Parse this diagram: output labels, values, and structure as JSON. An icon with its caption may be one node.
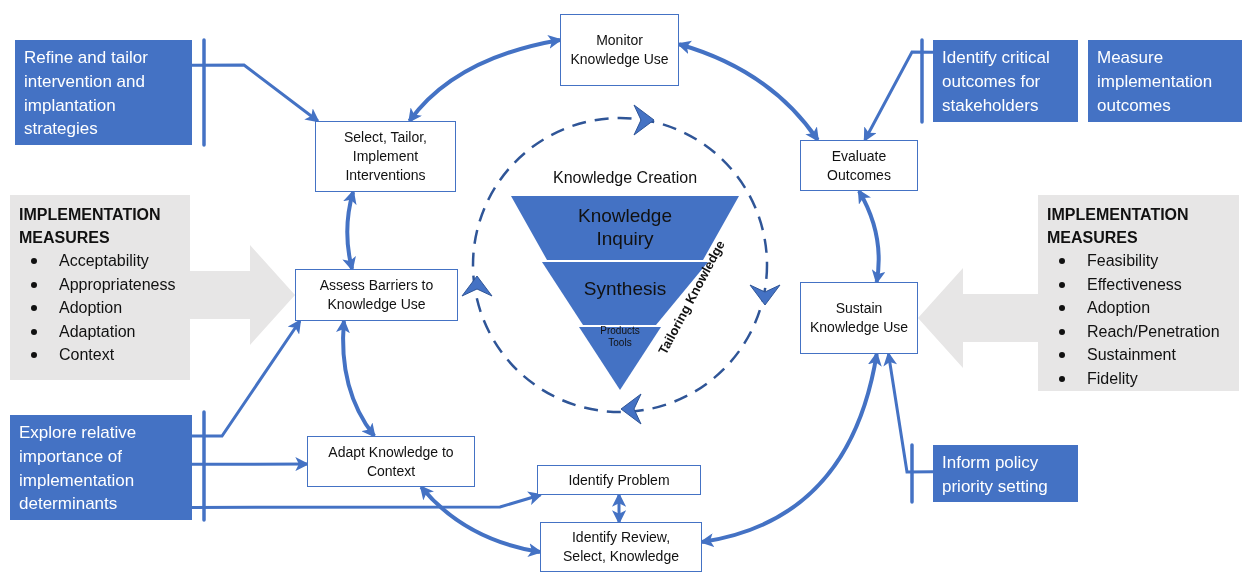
{
  "diagram": {
    "nodes": [
      {
        "text": [
          "Monitor Knowledge Use"
        ]
      },
      {
        "text": [
          "Select, Tailor, Implement Interventions"
        ]
      },
      {
        "text": [
          "Evaluate Outcomes"
        ]
      },
      {
        "text": [
          "Assess Barriers to Knowledge Use"
        ]
      },
      {
        "text": [
          "Sustain Knowledge Use"
        ]
      },
      {
        "text": [
          "Adapt Knowledge to Context"
        ]
      },
      {
        "text": [
          "Identify Problem"
        ]
      },
      {
        "text": [
          "Identify Review, Select, Knowledge"
        ]
      },
      {
        "text": [
          "Refine and tailor intervention and implantation strategies"
        ]
      },
      {
        "text": [
          "Identify critical outcomes for stakeholders"
        ]
      },
      {
        "text": [
          "Measure implementation outcomes"
        ]
      },
      {
        "text": [
          "IMPLEMENTATION MEASURES",
          "Acceptability",
          "Appropriateness",
          "Adoption",
          "Adaptation",
          "Context"
        ]
      },
      {
        "text": [
          "IMPLEMENTATION MEASURES",
          "Feasibility",
          "Effectiveness",
          "Adoption",
          "Reach/Penetration",
          "Sustainment",
          "Fidelity"
        ]
      },
      {
        "text": [
          "Explore relative importance of implementation determinants"
        ]
      },
      {
        "text": [
          "Inform policy priority setting"
        ]
      },
      {
        "text": [
          "Knowledge Creation"
        ]
      },
      {
        "text": [
          "Knowledge Inquiry"
        ],
        "in": 15
      },
      {
        "text": [
          "Synthesis"
        ],
        "in": 15
      },
      {
        "text": [
          "Products Tools"
        ],
        "in": 15
      }
    ],
    "edges": [
      {
        "from": 1,
        "to": 0,
        "arrow": "both"
      },
      {
        "from": 0,
        "to": 2,
        "arrow": "both"
      },
      {
        "from": 2,
        "to": 4,
        "arrow": "both"
      },
      {
        "from": 4,
        "to": 7,
        "arrow": "both"
      },
      {
        "from": 5,
        "to": 7,
        "arrow": "both"
      },
      {
        "from": 3,
        "to": 5,
        "arrow": "both"
      },
      {
        "from": 3,
        "to": 1,
        "arrow": "both"
      },
      {
        "from": 6,
        "to": 7,
        "arrow": "both"
      },
      {
        "from": 8,
        "to": 1,
        "arrow": "to"
      },
      {
        "from": 9,
        "to": 2,
        "arrow": "to"
      },
      {
        "from": 13,
        "to": 3,
        "arrow": "to"
      },
      {
        "from": 13,
        "to": 5,
        "arrow": "to"
      },
      {
        "from": 13,
        "to": 6,
        "arrow": "to"
      },
      {
        "from": 14,
        "to": 4,
        "arrow": "to"
      },
      {
        "from": 11,
        "to": 3,
        "arrow": "to",
        "color": "#e7e6e6"
      },
      {
        "from": 12,
        "to": 4,
        "arrow": "to",
        "color": "#e7e6e6"
      }
    ],
    "labels": [
      "Tailoring Knowledge"
    ]
  }
}
